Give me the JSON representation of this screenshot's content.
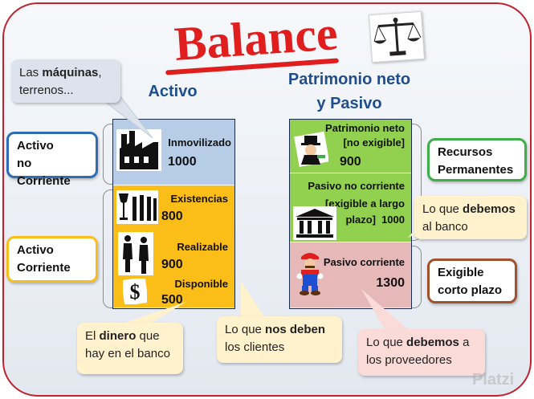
{
  "title": "Balance",
  "headings": {
    "activo": "Activo",
    "patrimonio_line1": "Patrimonio neto",
    "patrimonio_line2": "y Pasivo"
  },
  "activo_column": {
    "inmovilizado": {
      "label": "Inmovilizado",
      "value": "1000"
    },
    "existencias": {
      "label": "Existencias",
      "value": "800"
    },
    "realizable": {
      "label": "Realizable",
      "value": "900"
    },
    "disponible": {
      "label": "Disponible",
      "value": "500"
    }
  },
  "pasivo_column": {
    "patrimonio_neto": {
      "label_line1": "Patrimonio neto",
      "label_line2": "[no exigible]",
      "value": "900"
    },
    "pasivo_no_corriente": {
      "label_line1": "Pasivo no corriente",
      "label_line2": "[exigible a largo",
      "label_line3": "plazo]",
      "value": "1000"
    },
    "pasivo_corriente": {
      "label": "Pasivo corriente",
      "value": "1300"
    }
  },
  "tags": {
    "activo_no_corriente": {
      "line1": "Activo",
      "line2": "no Corriente"
    },
    "activo_corriente": {
      "line1": "Activo",
      "line2": "Corriente"
    },
    "recursos_permanentes": {
      "line1": "Recursos",
      "line2": "Permanentes"
    },
    "exigible_corto_plazo": {
      "line1": "Exigible",
      "line2": "corto plazo"
    }
  },
  "callouts": {
    "maquinas": {
      "pre": "Las ",
      "bold": "máquinas",
      "post": ",",
      "line2": "terrenos..."
    },
    "dinero": {
      "pre": "El ",
      "bold": "dinero",
      "post": " que",
      "line2": "hay en el banco"
    },
    "nos_deben": {
      "pre": "Lo que ",
      "bold": "nos deben",
      "line2": "los clientes"
    },
    "debemos_banco": {
      "pre": "Lo que ",
      "bold": "debemos",
      "line2": "al banco"
    },
    "debemos_proveedores": {
      "pre": "Lo que ",
      "bold": "debemos",
      "post": " a",
      "line2": "los proveedores"
    }
  },
  "watermark": "Platzi",
  "colors": {
    "title_red": "#e01e1e",
    "heading_blue": "#1f4e8c",
    "inmovilizado_bg": "#b7cce6",
    "corriente_bg": "#fbbd18",
    "patrimonio_bg": "#92d050",
    "pasivo_corriente_bg": "#e6b8b7",
    "callout_bg": "#fff2cc",
    "tag_blue": "#2e6db4",
    "tag_yellow": "#fbbd18",
    "tag_green": "#3fae49",
    "tag_brown": "#a0522d"
  },
  "icons": [
    "scale-icon",
    "factory-icon",
    "glasses-icon",
    "people-icon",
    "dollar-icon",
    "monopoly-man-icon",
    "bank-icon",
    "mario-icon"
  ]
}
